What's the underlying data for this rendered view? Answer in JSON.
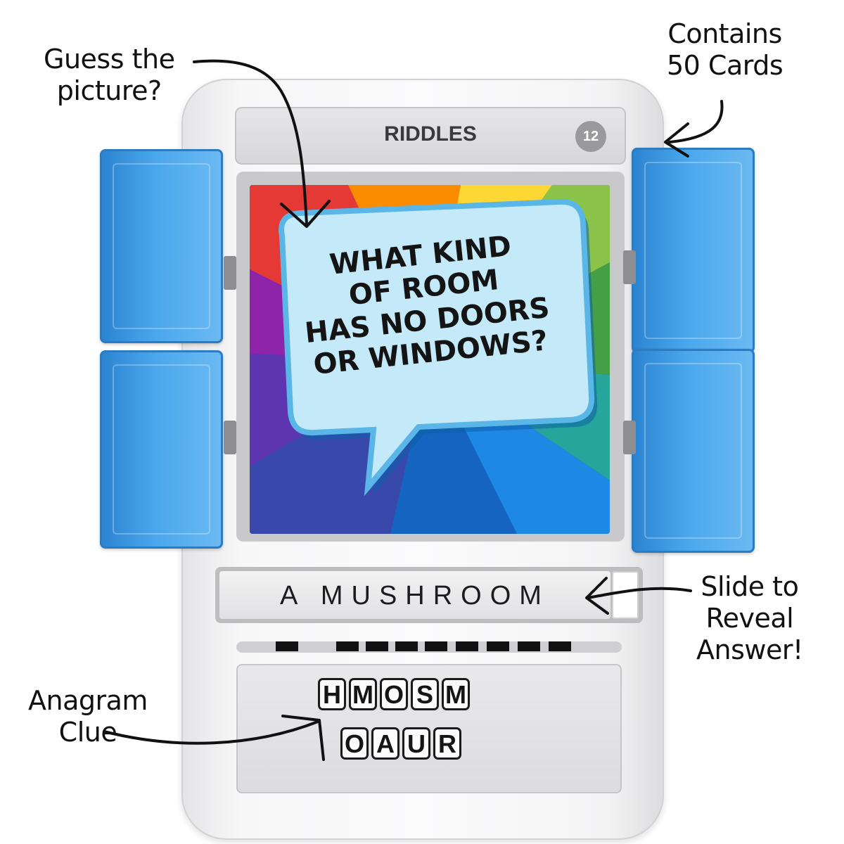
{
  "callouts": {
    "guess": [
      "Guess the",
      "picture?"
    ],
    "contains": [
      "Contains",
      "50 Cards"
    ],
    "slide": [
      "Slide to",
      "Reveal",
      "Answer!"
    ],
    "anagram": [
      "Anagram",
      "Clue"
    ]
  },
  "card": {
    "category": "RIDDLES",
    "number": "12",
    "question_lines": [
      "WHAT KIND",
      "OF ROOM",
      "HAS NO DOORS",
      "OR WINDOWS?"
    ]
  },
  "answer": {
    "text": "A MUSHROOM"
  },
  "anagram": {
    "row1": [
      "H",
      "M",
      "O",
      "S",
      "M"
    ],
    "row2": [
      "O",
      "A",
      "U",
      "R"
    ]
  },
  "colors": {
    "door_blue": "#4aa7ec",
    "device_white": "#f7f7f8",
    "bubble_blue": "#bfe6f7",
    "ink": "#111111"
  }
}
